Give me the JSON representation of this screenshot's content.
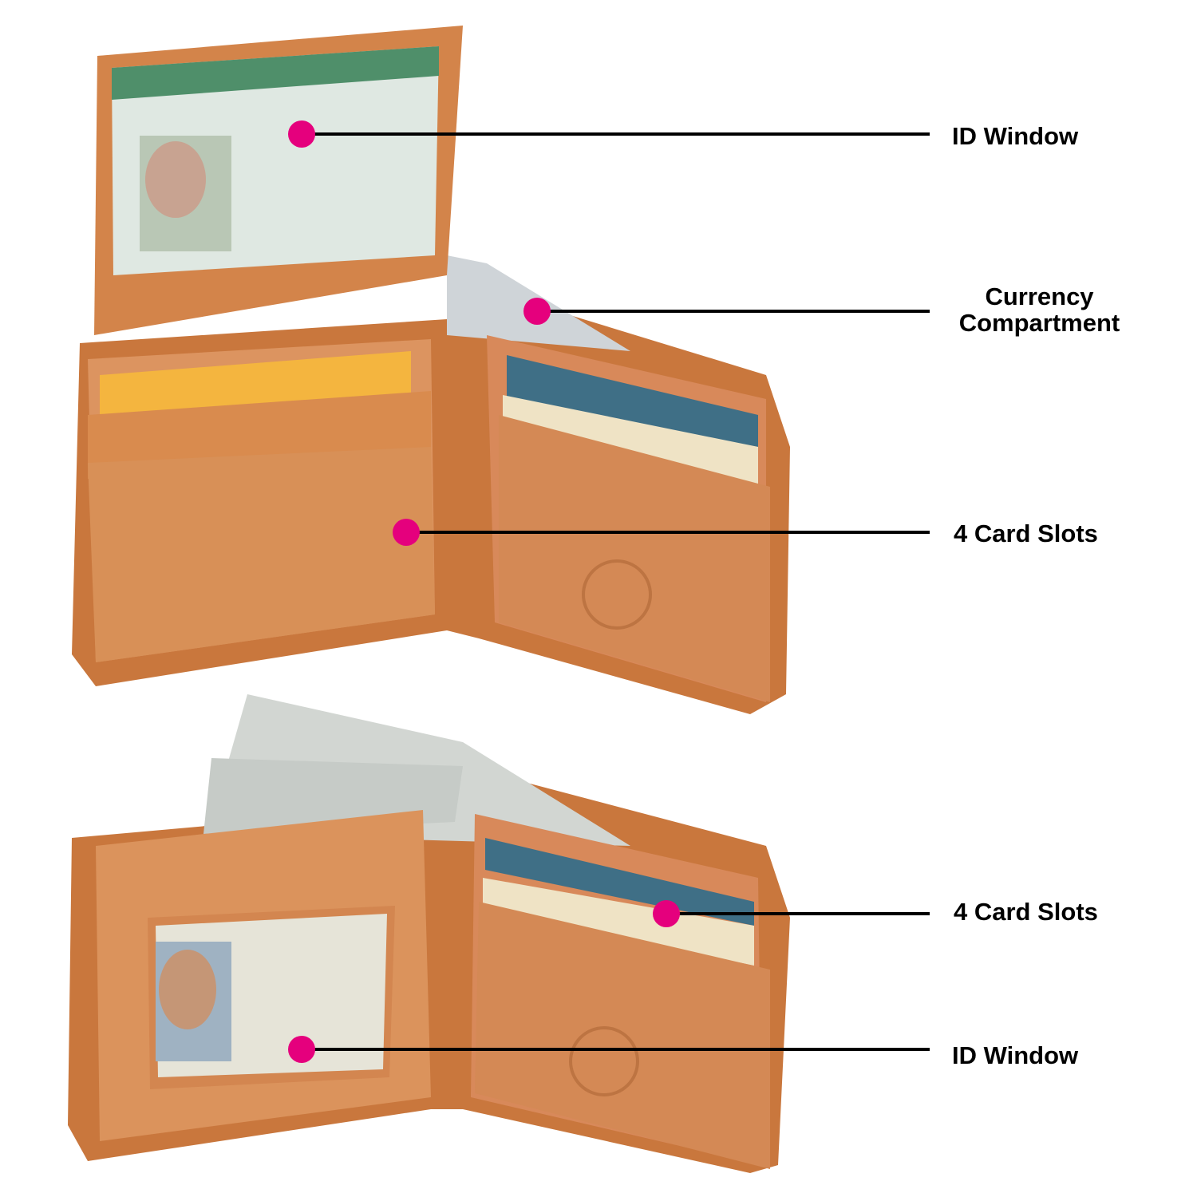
{
  "colors": {
    "dot": "#e5007d",
    "leather": "#d98b4e",
    "leather_dark": "#b8652c",
    "line": "#000000"
  },
  "callouts": [
    {
      "label": "ID Window"
    },
    {
      "label_lines": [
        "Currency",
        "Compartment"
      ]
    },
    {
      "label": "4 Card Slots"
    },
    {
      "label": "4 Card Slots"
    },
    {
      "label": "ID Window"
    }
  ]
}
